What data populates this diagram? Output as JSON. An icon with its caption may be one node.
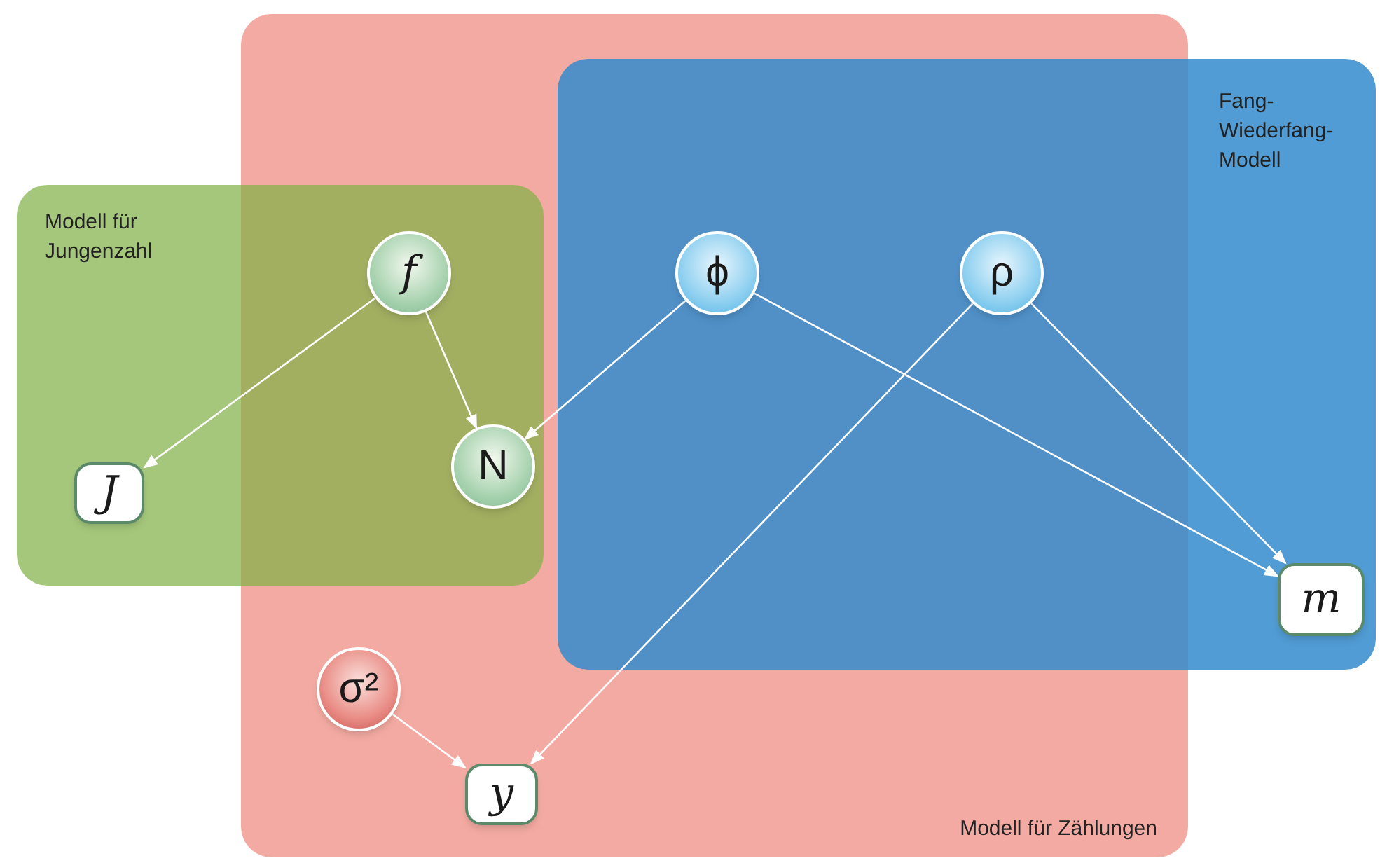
{
  "diagram": {
    "nodes": [
      {
        "text": [
          "Modell für Zählungen"
        ]
      },
      {
        "text": [
          "Modell für Jungenzahl"
        ]
      },
      {
        "text": [
          "Fang-Wiederfang-Modell"
        ]
      },
      {
        "text": [
          "f"
        ]
      },
      {
        "text": [
          "ϕ"
        ]
      },
      {
        "text": [
          "ρ"
        ]
      },
      {
        "text": [
          "J"
        ],
        "in": 1
      },
      {
        "text": [
          "N"
        ]
      },
      {
        "text": [
          "σ²"
        ],
        "in": 0
      },
      {
        "text": [
          "y"
        ],
        "in": 0
      },
      {
        "text": [
          "m"
        ],
        "in": 2
      }
    ],
    "edges": [
      {
        "from": 3,
        "to": 6,
        "arrow": "to"
      },
      {
        "from": 3,
        "to": 7,
        "arrow": "to"
      },
      {
        "from": 4,
        "to": 7,
        "arrow": "to"
      },
      {
        "from": 4,
        "to": 10,
        "arrow": "to"
      },
      {
        "from": 5,
        "to": 10,
        "arrow": "to"
      },
      {
        "from": 5,
        "to": 9,
        "arrow": "to"
      },
      {
        "from": 8,
        "to": 9,
        "arrow": "to"
      }
    ]
  }
}
